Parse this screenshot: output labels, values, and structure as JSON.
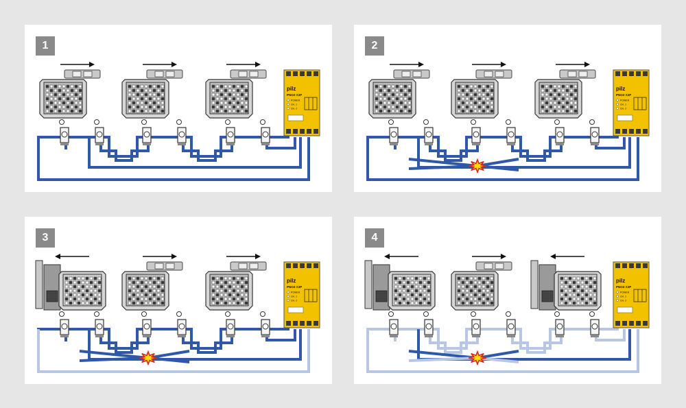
{
  "colors": {
    "background": "#e6e6e6",
    "panel": "#ffffff",
    "badge": "#8a8a8a",
    "wire_active": "#2f58a8",
    "wire_inactive": "#b8c6e6",
    "relay_body": "#f2c200",
    "spark": "#ffe000",
    "spark_outline": "#e0261a"
  },
  "relay": {
    "brand": "pilz",
    "model": "PNOZ X3P",
    "indicators": [
      "POWER",
      "CH. 1",
      "CH. 2"
    ]
  },
  "panels": [
    {
      "number": "1",
      "doors": [
        {
          "state": "closed",
          "arrow": "right"
        },
        {
          "state": "closed",
          "arrow": "right"
        },
        {
          "state": "closed",
          "arrow": "right"
        }
      ],
      "fault": false,
      "wires_active": [
        true,
        true,
        true,
        true
      ]
    },
    {
      "number": "2",
      "doors": [
        {
          "state": "closed",
          "arrow": "right"
        },
        {
          "state": "closed",
          "arrow": "right"
        },
        {
          "state": "closed",
          "arrow": "right"
        }
      ],
      "fault": true,
      "wires_active": [
        true,
        true,
        true,
        true
      ]
    },
    {
      "number": "3",
      "doors": [
        {
          "state": "open",
          "arrow": "left"
        },
        {
          "state": "closed",
          "arrow": "right"
        },
        {
          "state": "closed",
          "arrow": "right"
        }
      ],
      "fault": true,
      "wires_active": [
        true,
        true,
        true,
        false
      ]
    },
    {
      "number": "4",
      "doors": [
        {
          "state": "open",
          "arrow": "left"
        },
        {
          "state": "closed",
          "arrow": "right"
        },
        {
          "state": "open",
          "arrow": "left"
        }
      ],
      "fault": true,
      "wires_active": [
        false,
        false,
        true,
        false
      ]
    }
  ]
}
